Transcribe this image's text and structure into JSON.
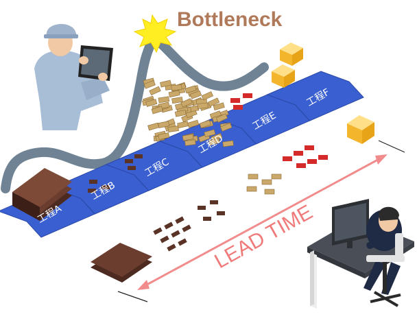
{
  "title": "Bottleneck",
  "process_stages": [
    "工程A",
    "工程B",
    "工程C",
    "工程D",
    "工程E",
    "工程F"
  ],
  "lead_time_label": "LEAD TIME",
  "colors": {
    "stage_fill": "#3a5fd0",
    "stage_stroke": "#2a48a8",
    "bottleneck_line": "#6f8394",
    "arrow": "#f28c8c",
    "title": "#b07a5a",
    "burst": "#ffee22",
    "wip_dark": "#6b3d2f",
    "wip_tan": "#c9a86a",
    "wip_red": "#d42a2a",
    "box": "#f2c24a"
  },
  "figures": [
    "worker-with-tablet",
    "office-worker-at-computer"
  ]
}
